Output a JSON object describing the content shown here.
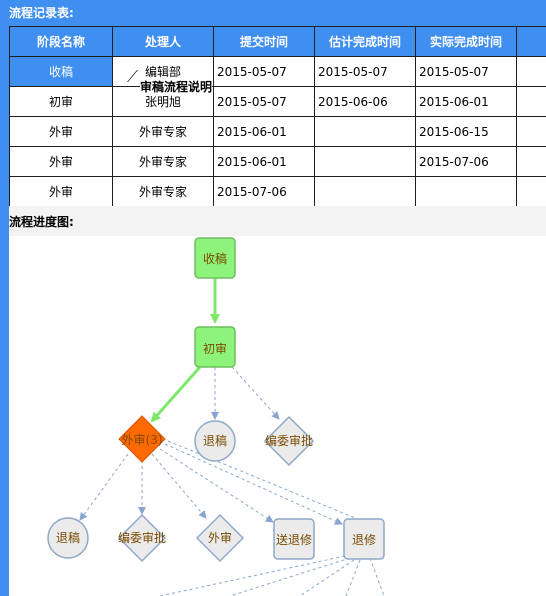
{
  "records": {
    "title": "流程记录表:",
    "columns": [
      "阶段名称",
      "处理人",
      "提交时间",
      "估计完成时间",
      "实际完成时间"
    ],
    "rows": [
      {
        "stage": "收稿",
        "handler": "编辑部",
        "submit": "2015-05-07",
        "estimate": "2015-05-07",
        "actual": "2015-05-07",
        "selected": true
      },
      {
        "stage": "初审",
        "handler": "张明旭",
        "submit": "2015-05-07",
        "estimate": "2015-06-06",
        "actual": "2015-06-01"
      },
      {
        "stage": "外审",
        "handler": "外审专家",
        "submit": "2015-06-01",
        "estimate": "",
        "actual": "2015-06-15"
      },
      {
        "stage": "外审",
        "handler": "外审专家",
        "submit": "2015-06-01",
        "estimate": "",
        "actual": "2015-07-06"
      },
      {
        "stage": "外审",
        "handler": "外审专家",
        "submit": "2015-07-06",
        "estimate": "",
        "actual": ""
      }
    ]
  },
  "tooltip": {
    "text": "审稿流程说明"
  },
  "chart": {
    "title": "流程进度图:",
    "nodes": {
      "receive": "收稿",
      "first_review": "初审",
      "external_review": "外审(3)",
      "reject_1": "退稿",
      "committee_1": "编委审批",
      "reject_2": "退稿",
      "committee_2": "编委审批",
      "external_2": "外审",
      "send_revision": "送退修",
      "revision": "退修"
    },
    "colors": {
      "done_fill": "#8ef37a",
      "done_stroke": "#6cbf60",
      "active_fill": "#ff6a00",
      "pending_fill": "#ebebeb",
      "pending_stroke": "#8fa8c8",
      "arrow_green": "#7ee86a",
      "arrow_dashed": "#8aa6cf",
      "label_color": "#7a4a00"
    }
  }
}
